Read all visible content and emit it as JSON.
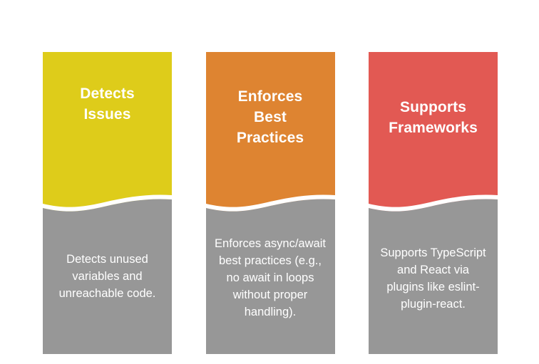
{
  "page": {
    "background_color": "#ffffff",
    "layout": "three-column-feature-cards",
    "card_count": 3
  },
  "cards": [
    {
      "id": "detects-issues",
      "title": "Detects\nIssues",
      "title_line_1": "Detects",
      "title_line_2": "Issues",
      "body": "Detects unused variables and unreachable code.",
      "header_color": "#DECC1A",
      "body_color": "#979797",
      "text_color": "#ffffff"
    },
    {
      "id": "enforces-best-practices",
      "title": "Enforces\nBest\nPractices",
      "title_line_1": "Enforces",
      "title_line_2": "Best",
      "title_line_3": "Practices",
      "body": "Enforces async/await best practices (e.g., no await in loops without proper handling).",
      "header_color": "#DE8431",
      "body_color": "#979797",
      "text_color": "#ffffff"
    },
    {
      "id": "supports-frameworks",
      "title": "Supports\nFrameworks",
      "title_line_1": "Supports",
      "title_line_2": "Frameworks",
      "body": "Supports TypeScript and React via plugins like eslint-plugin-react.",
      "header_color": "#E25953",
      "body_color": "#979797",
      "text_color": "#ffffff"
    }
  ],
  "decor": {
    "wave_divider_color": "#ffffff",
    "wave_divider_name": "wave-divider"
  }
}
